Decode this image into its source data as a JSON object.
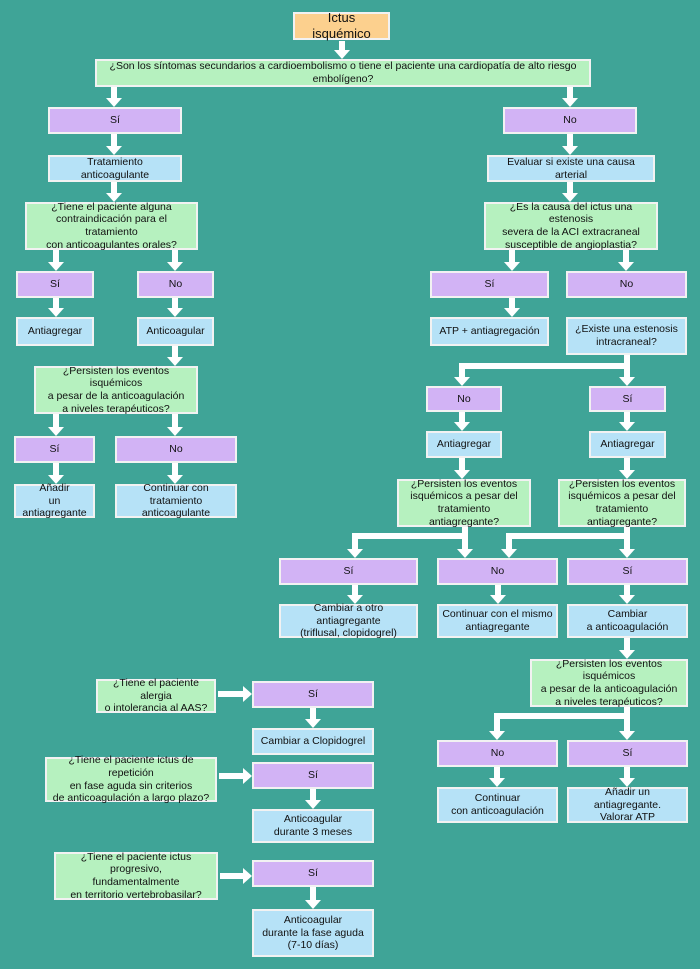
{
  "colors": {
    "background": "#3fa497",
    "start": "#fcd08e",
    "question": "#b6f1bf",
    "answer": "#d2b3f5",
    "action": "#b6e2f7",
    "arrow": "#ffffff"
  },
  "nodes": {
    "start": "Ictus isquémico",
    "q_cardio": "¿Son los síntomas secundarios a cardioembolismo o tiene el paciente una cardiopatía de alto riesgo embolígeno?",
    "a1_si": "Sí",
    "a1_no": "No",
    "tto_anticoag": "Tratamiento anticoagulante",
    "evaluar_arterial": "Evaluar si existe una causa arterial",
    "q_contraind": "¿Tiene el paciente alguna\ncontraindicación para el tratamiento\ncon anticoagulantes orales?",
    "q_estenosis_aci": "¿Es la causa del ictus una estenosis\nsevera de la ACI extracraneal\nsusceptible de angioplastia?",
    "a2_si": "Sí",
    "a2_no": "No",
    "antiagregar_1": "Antiagregar",
    "anticoagular_1": "Anticoagular",
    "a3_si": "Sí",
    "a3_no": "No",
    "atp_antiagregacion": "ATP + antiagregación",
    "q_intracraneal": "¿Existe una estenosis\nintracraneal?",
    "q_persisten_anticoag_1": "¿Persisten los eventos isquémicos\na pesar de la anticoagulación\na niveles terapéuticos?",
    "a4_no": "No",
    "a4_si": "Sí",
    "a5_si": "Sí",
    "a5_no": "No",
    "antiagregar_2": "Antiagregar",
    "antiagregar_3": "Antiagregar",
    "anadir_antiagregante": "Añadir\nun antiagregante",
    "continuar_tto_anticoag": "Continuar con tratamiento\nanticoagulante",
    "q_persisten_antiagreg_1": "¿Persisten los eventos\nisquémicos  a pesar del\ntratamiento antiagregante?",
    "q_persisten_antiagreg_2": "¿Persisten los eventos\nisquémicos  a pesar del\ntratamiento antiagregante?",
    "a6_si": "Sí",
    "a6_no": "No",
    "a6_si2": "Sí",
    "cambiar_antiagregante": "Cambiar a otro antiagregante\n(triflusal, clopidogrel)",
    "continuar_mismo": "Continuar con el mismo\nantiagregante",
    "cambiar_anticoag": "Cambiar\na anticoagulación",
    "q_alergia": "¿Tiene el paciente alergia\no intolerancia al AAS?",
    "a7_si": "Sí",
    "cambiar_clopidogrel": "Cambiar a Clopidogrel",
    "q_persisten_anticoag_2": "¿Persisten los eventos isquémicos\na pesar de la anticoagulación\na niveles terapéuticos?",
    "q_repeticion": "¿Tiene el paciente ictus de repetición\nen fase aguda sin criterios\nde anticoagulación a largo plazo?",
    "a8_si": "Sí",
    "anticoagular_3m": "Anticoagular\ndurante 3 meses",
    "a9_no": "No",
    "a9_si": "Sí",
    "continuar_anticoag": "Continuar\ncon anticoagulación",
    "anadir_valorar_atp": "Añadir un antiagregante.\nValorar ATP",
    "q_progresivo": "¿Tiene el paciente ictus progresivo,\nfundamentalmente\nen territorio vertebrobasilar?",
    "a10_si": "Sí",
    "anticoagular_fase_aguda": "Anticoagular\ndurante la fase aguda\n(7-10 días)"
  }
}
